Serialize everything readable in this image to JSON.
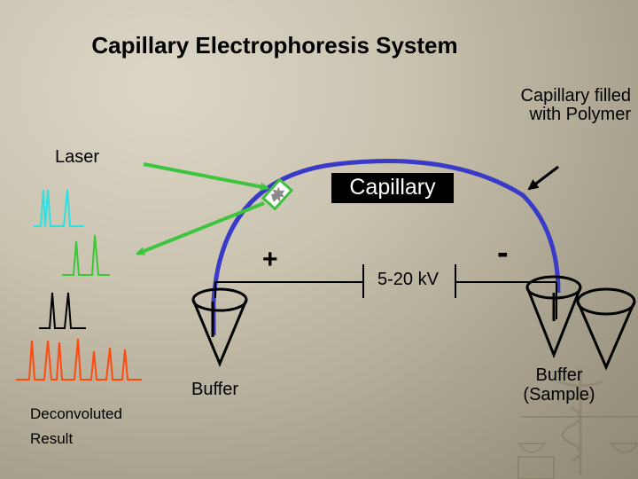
{
  "title": "Capillary Electrophoresis System",
  "labels": {
    "capillary_fill": "Capillary filled with Polymer",
    "laser": "Laser",
    "capillary": "Capillary",
    "plus": "+",
    "minus": "-",
    "voltage": "5-20 kV",
    "buffer_left": "Buffer",
    "buffer_right": "Buffer (Sample)",
    "result": "Deconvoluted Result"
  },
  "colors": {
    "laser_arrow": "#3ec43e",
    "arc": "#3a3ac8",
    "trace_cyan": "#2ee0e0",
    "trace_green": "#38c838",
    "trace_black": "#000000",
    "trace_orange": "#ff4a10",
    "detector": "#3fc03f"
  },
  "icons": [
    "laser-arrow-icon",
    "detection-window-icon",
    "buffer-cup-icon",
    "electrode-icon",
    "caduceus-watermark-icon",
    "scales-watermark-icon"
  ]
}
